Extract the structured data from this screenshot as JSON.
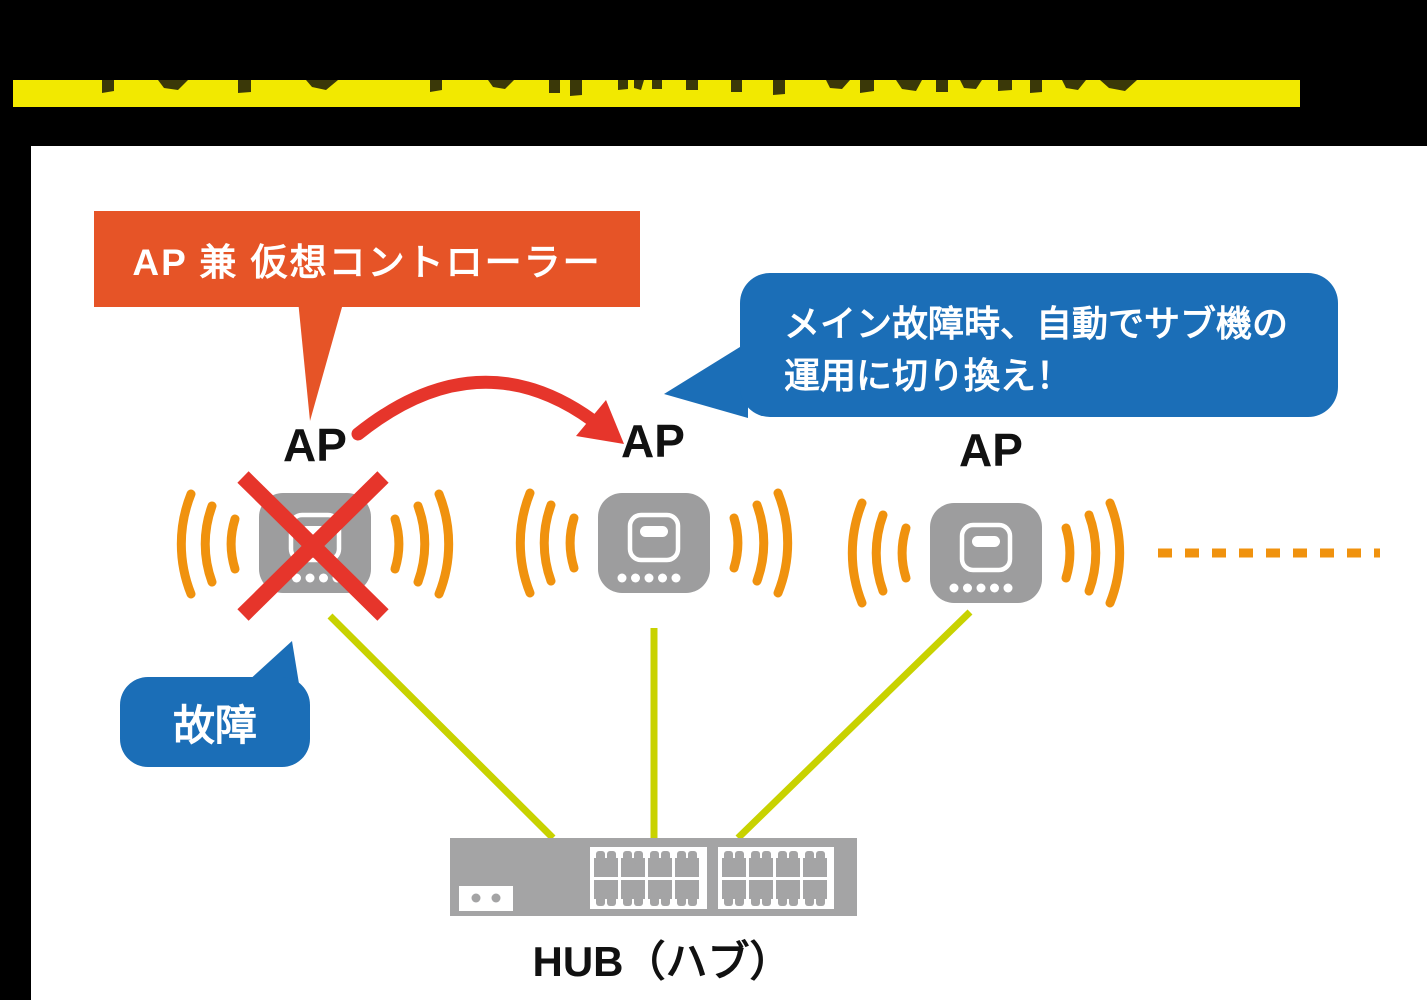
{
  "page": {
    "background_color": "#000000",
    "panel_color": "#ffffff",
    "title_highlight_color": "#f2e900"
  },
  "callout_controller": {
    "label": "AP 兼 仮想コントローラー",
    "bg_color": "#e65427"
  },
  "bubble_failover": {
    "line1": "メイン故障時、自動でサブ機の",
    "line2": "運用に切り換え！",
    "bg_color": "#1b6eb7"
  },
  "bubble_failure": {
    "label": "故障",
    "bg_color": "#1b6eb7"
  },
  "access_points": [
    {
      "label": "AP",
      "status": "failed"
    },
    {
      "label": "AP",
      "status": "active"
    },
    {
      "label": "AP",
      "status": "active"
    }
  ],
  "hub": {
    "label": "HUB（ハブ）"
  },
  "colors": {
    "wifi_wave_orange": "#f0920e",
    "cable_yellow_green": "#c8d200",
    "alert_red": "#e6352b",
    "device_gray": "#9d9d9e",
    "hub_gray": "#a4a4a5",
    "text_black": "#111111"
  }
}
